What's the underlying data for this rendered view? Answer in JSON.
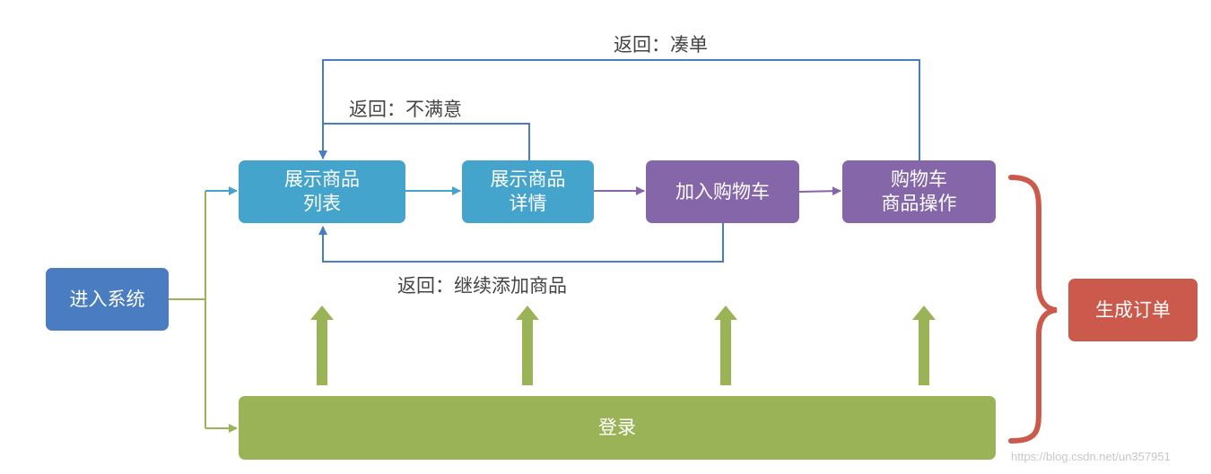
{
  "nodes": {
    "enter_system": "进入系统",
    "product_list": [
      "展示商品",
      "列表"
    ],
    "product_detail": [
      "展示商品",
      "详情"
    ],
    "add_to_cart": "加入购物车",
    "cart_ops": [
      "购物车",
      "商品操作"
    ],
    "login": "登录",
    "generate_order": "生成订单"
  },
  "edge_labels": {
    "back_combine": "返回：凑单",
    "back_unsatisfied": "返回：不满意",
    "back_continue": "返回：继续添加商品"
  },
  "watermark": "https://blog.csdn.net/un357951",
  "colors": {
    "blue_node": "#4a7cc1",
    "teal_node": "#45a4cc",
    "purple_node": "#8466a9",
    "green_node": "#9ab356",
    "red_node": "#cc5a4c",
    "blue_line": "#4a7cc1",
    "teal_line": "#45a4cc",
    "purple_line": "#8466a9",
    "green_line": "#9ab356",
    "brace": "#cc5a4c"
  }
}
